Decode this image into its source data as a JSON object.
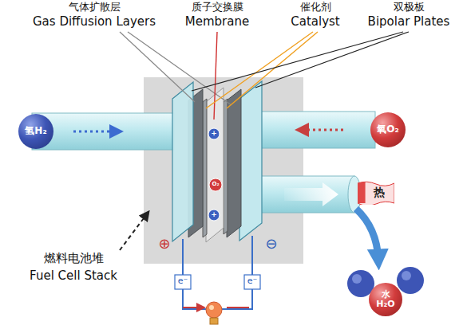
{
  "diagram": {
    "nodes": [
      {
        "text": [
          "氢H₂"
        ]
      },
      {
        "text": [
          "氧O₂"
        ]
      },
      {
        "text": [
          "热"
        ]
      },
      {
        "text": [
          "水",
          "H₂O"
        ]
      }
    ],
    "labels": [
      "气体扩散层",
      "Gas Diffusion Layers",
      "质子交换膜",
      "Membrane",
      "催化剂",
      "Catalyst",
      "双极板",
      "Bipolar Plates",
      "燃料电池堆",
      "Fuel Cell Stack",
      "⊕",
      "⊖",
      "e⁻",
      "e⁻",
      "+",
      "O₂",
      "+"
    ]
  }
}
